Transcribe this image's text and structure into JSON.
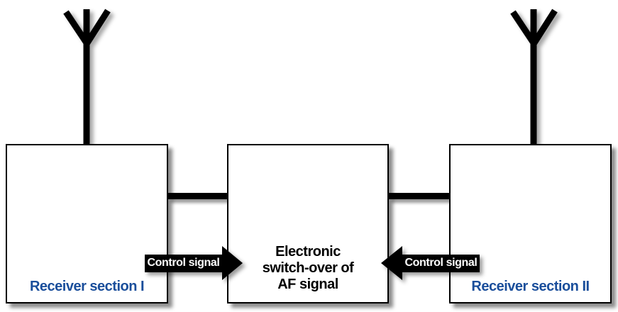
{
  "diagram": {
    "receiver1_label": "Receiver section I",
    "receiver2_label": "Receiver section II",
    "switch_label_lines": [
      "Electronic",
      "switch-over of",
      "AF signal"
    ],
    "control_left_label": "Control signal",
    "control_right_label": "Control signal",
    "icons": {
      "antenna_left": "antenna-icon",
      "antenna_right": "antenna-icon"
    },
    "colors": {
      "receiver_label_blue": "#1a4e9b",
      "line_black": "#000000",
      "arrow_label_bg": "#000000",
      "arrow_label_text": "#ffffff",
      "background": "#ffffff"
    }
  }
}
